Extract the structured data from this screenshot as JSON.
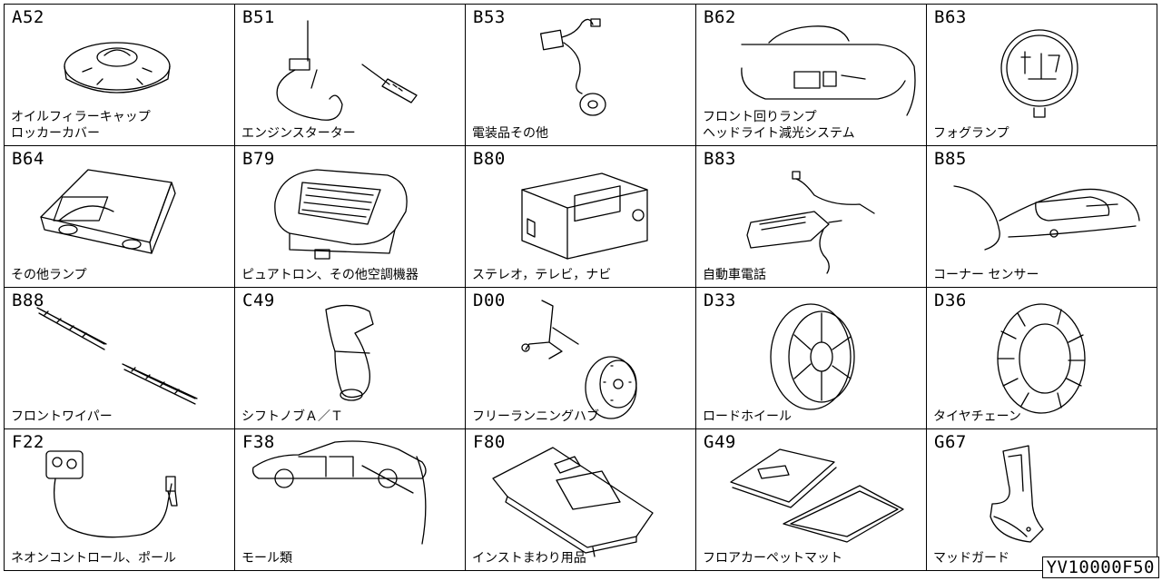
{
  "catalog": {
    "document_id": "YV10000F50",
    "sections": [
      {
        "code": "A52",
        "name": "オイルフィラーキャップ\nロッカーカバー",
        "icon": "oil-filler-cap-icon"
      },
      {
        "code": "B51",
        "name": "エンジンスターター",
        "icon": "engine-starter-icon"
      },
      {
        "code": "B53",
        "name": "電装品その他",
        "icon": "electrical-parts-icon"
      },
      {
        "code": "B62",
        "name": "フロント回りランプ\nヘッドライト減光システム",
        "icon": "front-lamp-icon"
      },
      {
        "code": "B63",
        "name": "フォグランプ",
        "icon": "fog-lamp-icon"
      },
      {
        "code": "B64",
        "name": "その他ランプ",
        "icon": "room-lamp-icon"
      },
      {
        "code": "B79",
        "name": "ピュアトロン、その他空調機器",
        "icon": "air-purifier-icon"
      },
      {
        "code": "B80",
        "name": "ステレオ，テレビ，ナビ",
        "icon": "stereo-unit-icon"
      },
      {
        "code": "B83",
        "name": "自動車電話",
        "icon": "car-phone-icon"
      },
      {
        "code": "B85",
        "name": "コーナー センサー",
        "icon": "corner-sensor-icon"
      },
      {
        "code": "B88",
        "name": "フロントワイパー",
        "icon": "wiper-blade-icon"
      },
      {
        "code": "C49",
        "name": "シフトノブＡ／Ｔ",
        "icon": "shift-knob-icon"
      },
      {
        "code": "D00",
        "name": "フリーランニングハブ",
        "icon": "free-running-hub-icon"
      },
      {
        "code": "D33",
        "name": "ロードホイール",
        "icon": "road-wheel-icon"
      },
      {
        "code": "D36",
        "name": "タイヤチェーン",
        "icon": "tire-chain-icon"
      },
      {
        "code": "F22",
        "name": "ネオンコントロール、ポール",
        "icon": "neon-control-icon"
      },
      {
        "code": "F38",
        "name": "モール類",
        "icon": "molding-icon"
      },
      {
        "code": "F80",
        "name": "インストまわり用品",
        "icon": "instrument-panel-icon"
      },
      {
        "code": "G49",
        "name": "フロアカーペットマット",
        "icon": "floor-mat-icon"
      },
      {
        "code": "G67",
        "name": "マッドガード",
        "icon": "mud-guard-icon"
      }
    ]
  }
}
